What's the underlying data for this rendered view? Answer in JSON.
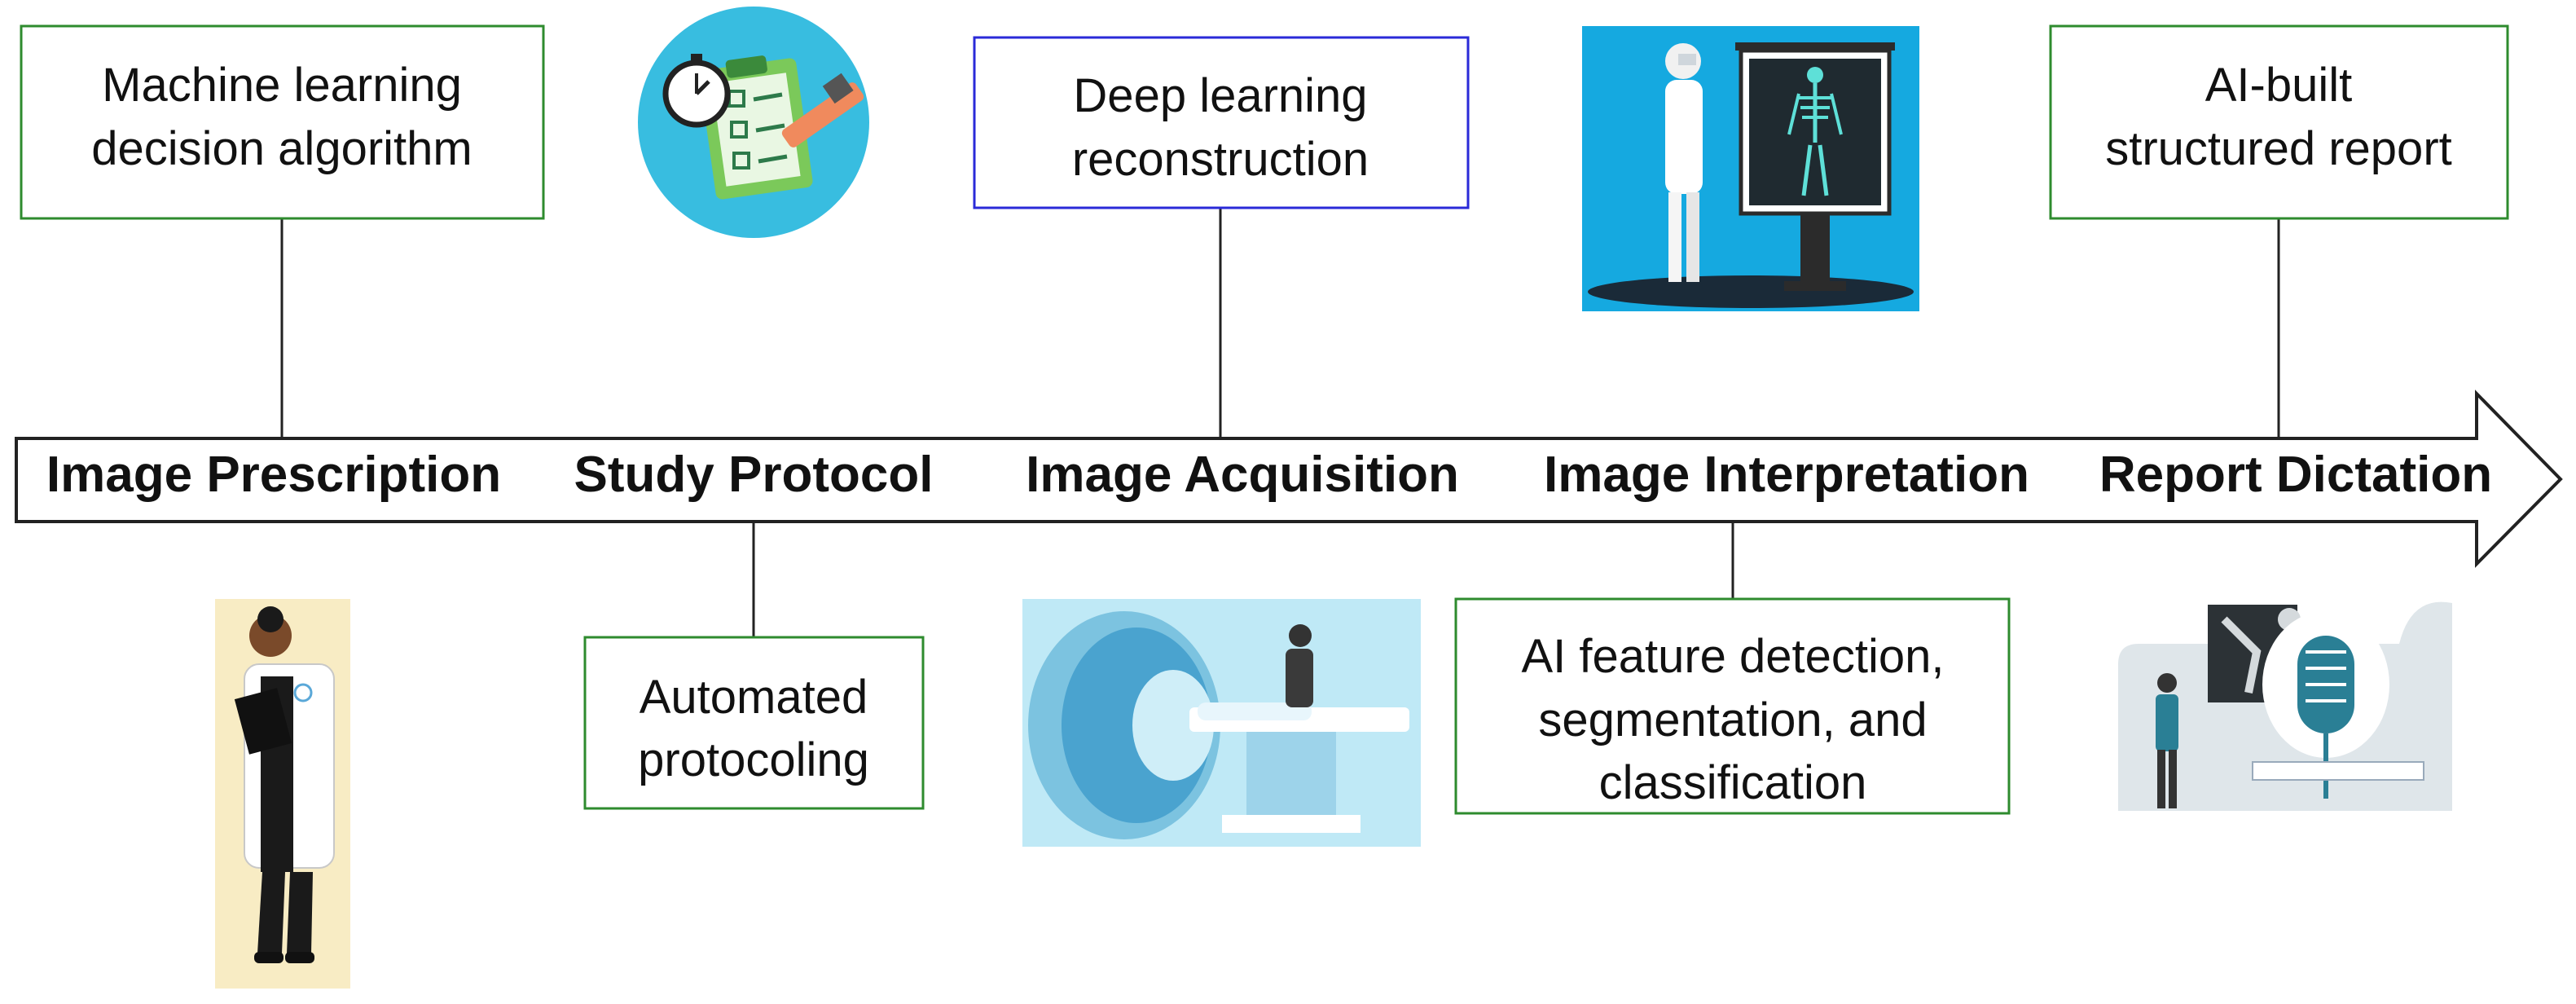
{
  "colors": {
    "box_border_green": "#2e8b2e",
    "box_border_blue": "#2a2ad8",
    "arrow_stroke": "#222222",
    "connector": "#222222",
    "icon_teal": "#38bde0",
    "icon_blue": "#15a9e0",
    "icon_light_yellow": "#f8ecc4",
    "icon_light_blue": "#bfe9f6"
  },
  "timeline": {
    "stages": [
      "Image Prescription",
      "Study Protocol",
      "Image Acquisition",
      "Image Interpretation",
      "Report Dictation"
    ]
  },
  "boxes": {
    "prescription": {
      "lines": [
        "Machine learning",
        "decision algorithm"
      ],
      "border": "green"
    },
    "protocol": {
      "lines": [
        "Automated",
        "protocoling"
      ],
      "border": "green"
    },
    "acquisition": {
      "lines": [
        "Deep learning",
        "reconstruction"
      ],
      "border": "blue"
    },
    "interpretation": {
      "lines": [
        "AI feature detection,",
        "segmentation, and",
        "classification"
      ],
      "border": "green"
    },
    "dictation": {
      "lines": [
        "AI-built",
        "structured report"
      ],
      "border": "green"
    }
  },
  "icons": {
    "prescription": "doctor-with-clipboard-icon",
    "protocol": "stopwatch-checklist-pencil-icon",
    "acquisition": "mri-scanner-patient-icon",
    "interpretation": "doctor-viewing-xray-skeleton-icon",
    "dictation": "xray-and-microphone-icon"
  }
}
